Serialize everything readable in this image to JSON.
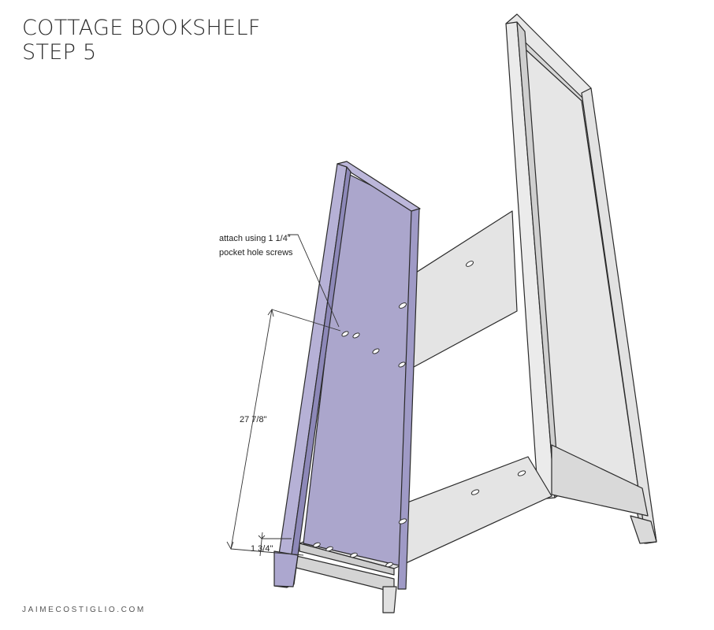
{
  "title": {
    "line1": "COTTAGE BOOKSHELF",
    "line2": "STEP 5"
  },
  "annotation": {
    "line1": "attach using 1 1/4”",
    "line2": "pocket hole screws"
  },
  "dimensions": {
    "shelf_spacing": "27 7/8\"",
    "bottom_offset": "1 3/4\""
  },
  "credit": "JAIMECOSTIGLIO.COM",
  "colors": {
    "side_panel": "#aba6cc",
    "side_panel_edge": "#8d88b8",
    "part_light": "#e3e3e3",
    "part_mid": "#d3d3d3",
    "outline": "#2a2a2a"
  }
}
